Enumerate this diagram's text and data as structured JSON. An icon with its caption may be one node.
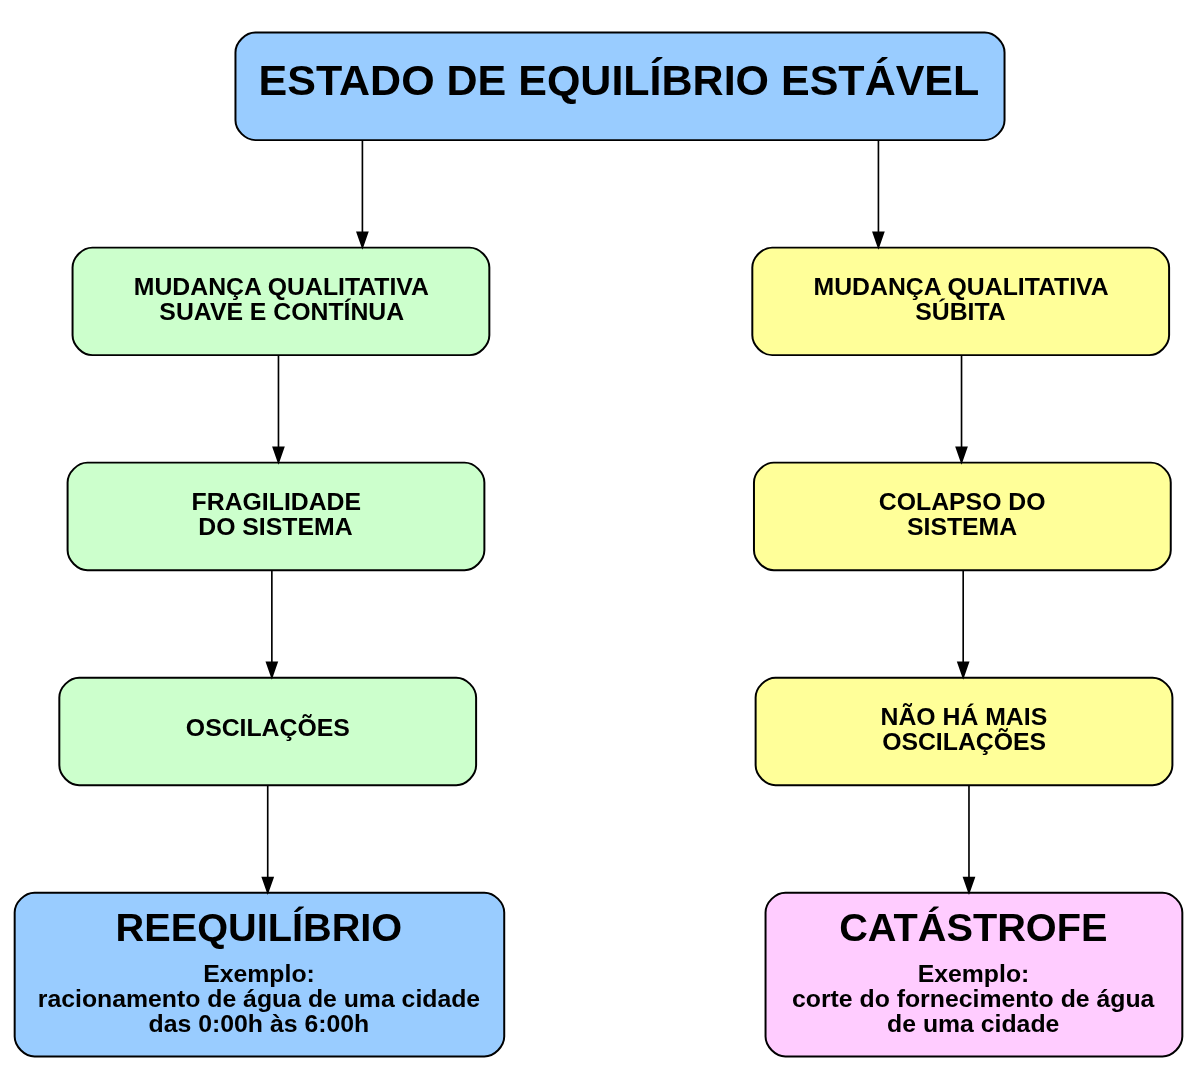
{
  "diagram": {
    "nodes": [
      {
        "text": [
          "ESTADO DE EQUILÍBRIO ESTÁVEL"
        ]
      },
      {
        "text": [
          "MUDANÇA QUALITATIVA SUAVE E CONTÍNUA"
        ]
      },
      {
        "text": [
          "MUDANÇA QUALITATIVA SÚBITA"
        ]
      },
      {
        "text": [
          "FRAGILIDADE DO SISTEMA"
        ]
      },
      {
        "text": [
          "COLAPSO DO SISTEMA"
        ]
      },
      {
        "text": [
          "OSCILAÇÕES"
        ]
      },
      {
        "text": [
          "NÃO HÁ MAIS OSCILAÇÕES"
        ]
      },
      {
        "text": [
          "REEQUILÍBRIO",
          "Exemplo:",
          "racionamento de água de uma cidade das 0:00h às 6:00h"
        ]
      },
      {
        "text": [
          "CATÁSTROFE",
          "Exemplo:",
          "corte do fornecimento de água de uma cidade"
        ]
      }
    ],
    "edges": [
      {
        "from": 0,
        "to": 1,
        "arrow": "to"
      },
      {
        "from": 0,
        "to": 2,
        "arrow": "to"
      },
      {
        "from": 1,
        "to": 3,
        "arrow": "to"
      },
      {
        "from": 2,
        "to": 4,
        "arrow": "to"
      },
      {
        "from": 3,
        "to": 5,
        "arrow": "to"
      },
      {
        "from": 4,
        "to": 6,
        "arrow": "to"
      },
      {
        "from": 5,
        "to": 7,
        "arrow": "to"
      },
      {
        "from": 6,
        "to": 8,
        "arrow": "to"
      }
    ]
  }
}
